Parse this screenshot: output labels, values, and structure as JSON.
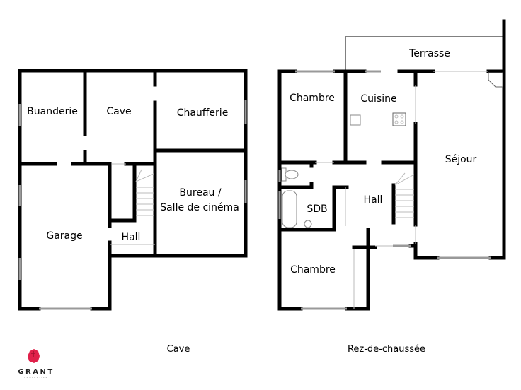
{
  "plans": [
    {
      "caption": "Cave",
      "rooms": [
        "Buanderie",
        "Cave",
        "Chaufferie",
        "Bureau /",
        "Salle de cinéma",
        "Garage",
        "Hall"
      ]
    },
    {
      "caption": "Rez-de-chaussée",
      "rooms": [
        "Terrasse",
        "Chambre",
        "Cuisine",
        "Séjour",
        "Hall",
        "SDB",
        "Chambre"
      ]
    }
  ],
  "logo": {
    "name": "GRANT",
    "sub": "PROPERTIES",
    "color": "#e0204a"
  }
}
